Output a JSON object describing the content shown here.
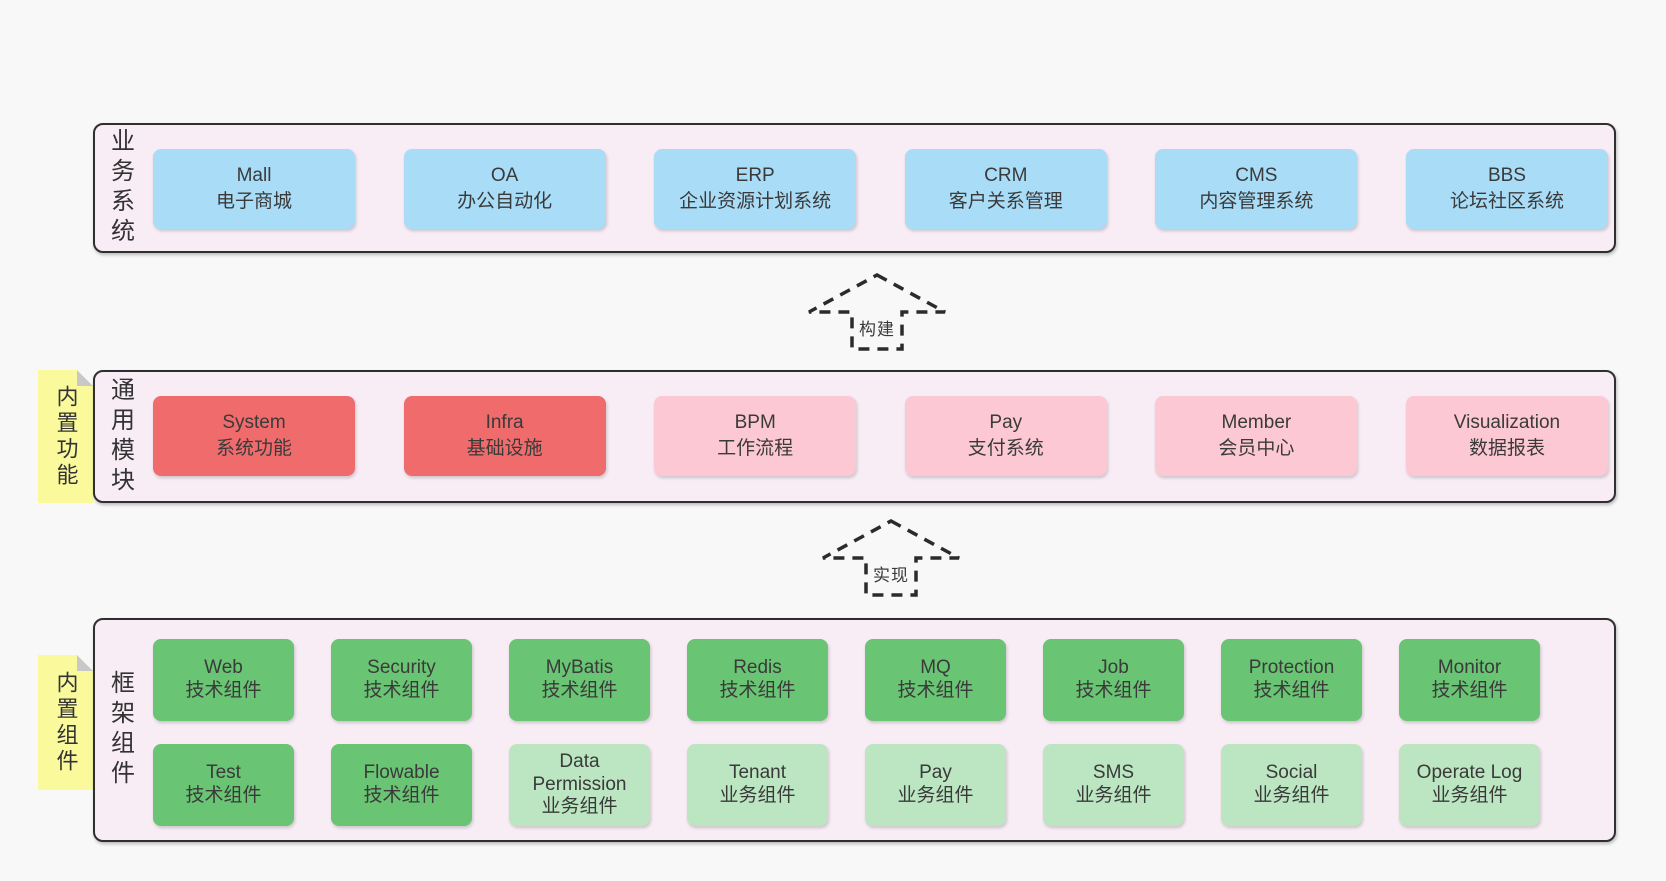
{
  "diagram": {
    "layers": [
      {
        "label": "业务系统",
        "boxes": [
          {
            "title": "Mall",
            "subtitle": "电子商城",
            "variant": "blue"
          },
          {
            "title": "OA",
            "subtitle": "办公自动化",
            "variant": "blue"
          },
          {
            "title": "ERP",
            "subtitle": "企业资源计划系统",
            "variant": "blue"
          },
          {
            "title": "CRM",
            "subtitle": "客户关系管理",
            "variant": "blue"
          },
          {
            "title": "CMS",
            "subtitle": "内容管理系统",
            "variant": "blue"
          },
          {
            "title": "BBS",
            "subtitle": "论坛社区系统",
            "variant": "blue"
          }
        ]
      },
      {
        "label": "通用模块",
        "note": "内置功能",
        "boxes": [
          {
            "title": "System",
            "subtitle": "系统功能",
            "variant": "red"
          },
          {
            "title": "Infra",
            "subtitle": "基础设施",
            "variant": "red"
          },
          {
            "title": "BPM",
            "subtitle": "工作流程",
            "variant": "pink"
          },
          {
            "title": "Pay",
            "subtitle": "支付系统",
            "variant": "pink"
          },
          {
            "title": "Member",
            "subtitle": "会员中心",
            "variant": "pink"
          },
          {
            "title": "Visualization",
            "subtitle": "数据报表",
            "variant": "pink"
          }
        ]
      },
      {
        "label": "框架组件",
        "note": "内置组件",
        "rows": [
          [
            {
              "title": "Web",
              "subtitle": "技术组件",
              "variant": "green"
            },
            {
              "title": "Security",
              "subtitle": "技术组件",
              "variant": "green"
            },
            {
              "title": "MyBatis",
              "subtitle": "技术组件",
              "variant": "green"
            },
            {
              "title": "Redis",
              "subtitle": "技术组件",
              "variant": "green"
            },
            {
              "title": "MQ",
              "subtitle": "技术组件",
              "variant": "green"
            },
            {
              "title": "Job",
              "subtitle": "技术组件",
              "variant": "green"
            },
            {
              "title": "Protection",
              "subtitle": "技术组件",
              "variant": "green"
            },
            {
              "title": "Monitor",
              "subtitle": "技术组件",
              "variant": "green"
            }
          ],
          [
            {
              "title": "Test",
              "subtitle": "技术组件",
              "variant": "green"
            },
            {
              "title": "Flowable",
              "subtitle": "技术组件",
              "variant": "green"
            },
            {
              "title": "Data Permission",
              "subtitle": "业务组件",
              "variant": "green-light"
            },
            {
              "title": "Tenant",
              "subtitle": "业务组件",
              "variant": "green-light"
            },
            {
              "title": "Pay",
              "subtitle": "业务组件",
              "variant": "green-light"
            },
            {
              "title": "SMS",
              "subtitle": "业务组件",
              "variant": "green-light"
            },
            {
              "title": "Social",
              "subtitle": "业务组件",
              "variant": "green-light"
            },
            {
              "title": "Operate Log",
              "subtitle": "业务组件",
              "variant": "green-light"
            }
          ]
        ]
      }
    ],
    "arrows": [
      {
        "label": "构建"
      },
      {
        "label": "实现"
      }
    ],
    "colors": {
      "page_bg": "#f8f8f8",
      "panel_bg": "#f8ecf5",
      "panel_border": "#2f2f2f",
      "box_blue": "#a9dcf6",
      "box_red": "#f06c6c",
      "box_pink": "#fcc8d3",
      "box_green": "#69c473",
      "box_green_light": "#bbe6c1",
      "note_yellow": "#fafa9d",
      "note_fold": "#c8c8c8",
      "text": "#3a3a3a"
    }
  }
}
